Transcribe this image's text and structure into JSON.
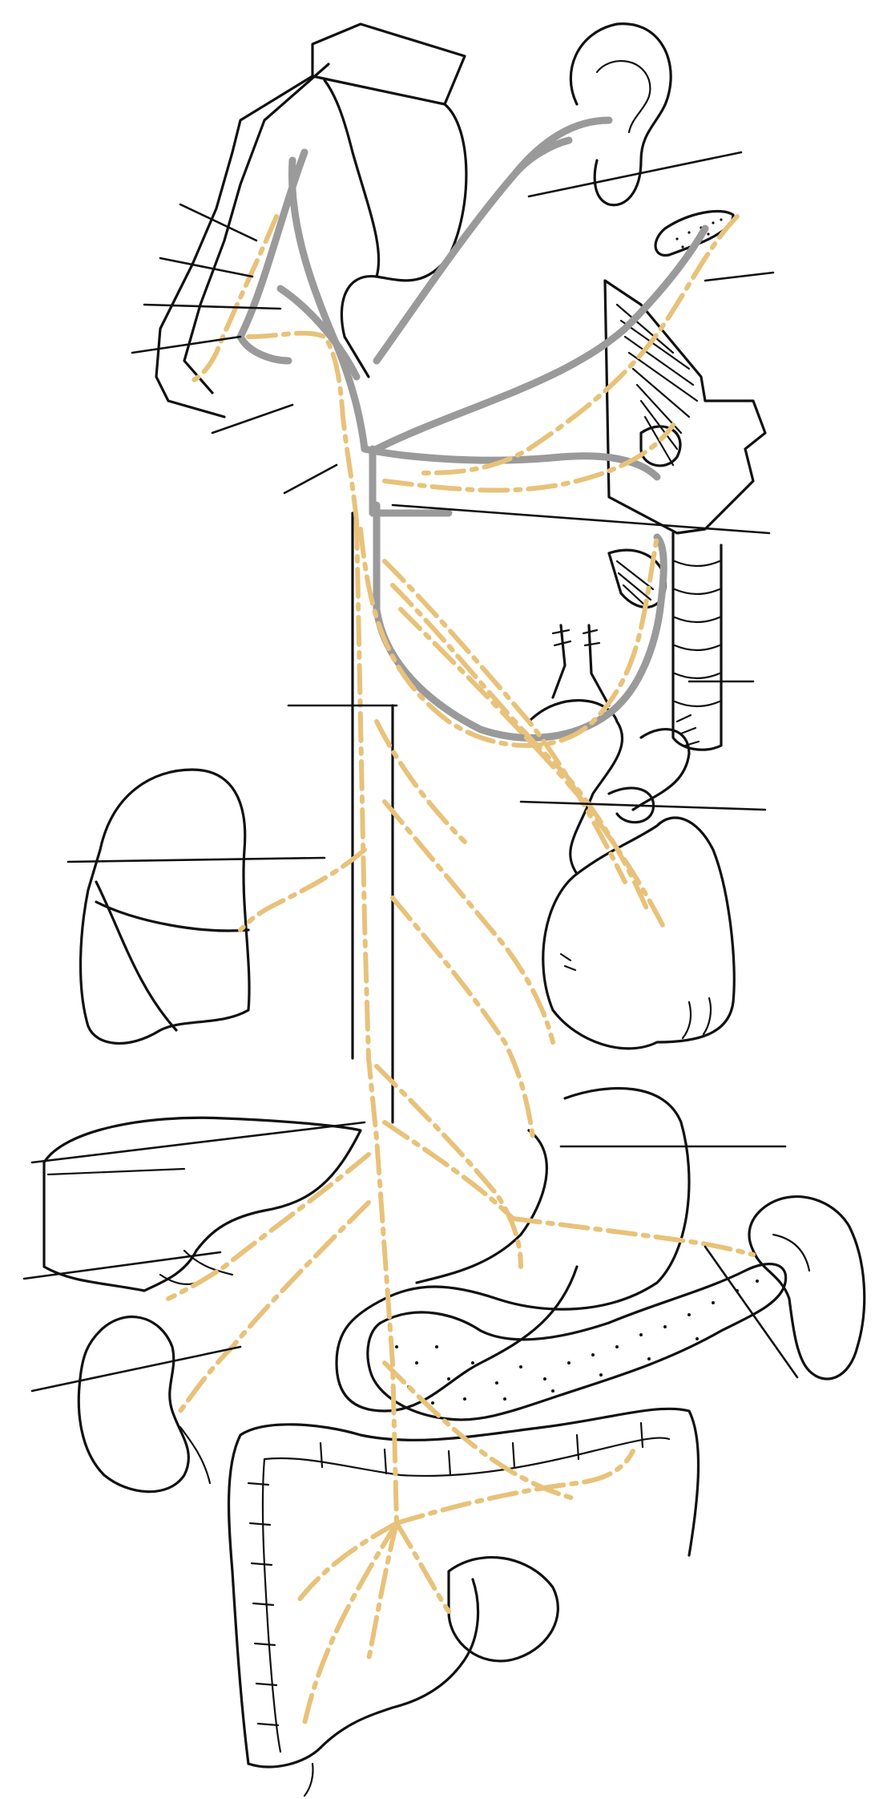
{
  "diagram": {
    "colors": {
      "outline": "#111111",
      "sympathetic_trunk": "#9a9a9a",
      "parasympathetic_vagus": "#e8c27a",
      "background": "#ffffff"
    },
    "structures": [
      "eye-orbit",
      "ear",
      "tongue",
      "larynx",
      "trachea",
      "aortic-arch",
      "heart",
      "lung",
      "liver",
      "stomach",
      "spleen",
      "pancreas",
      "kidney",
      "colon",
      "spinal-column"
    ],
    "leader_line_count": 17
  }
}
